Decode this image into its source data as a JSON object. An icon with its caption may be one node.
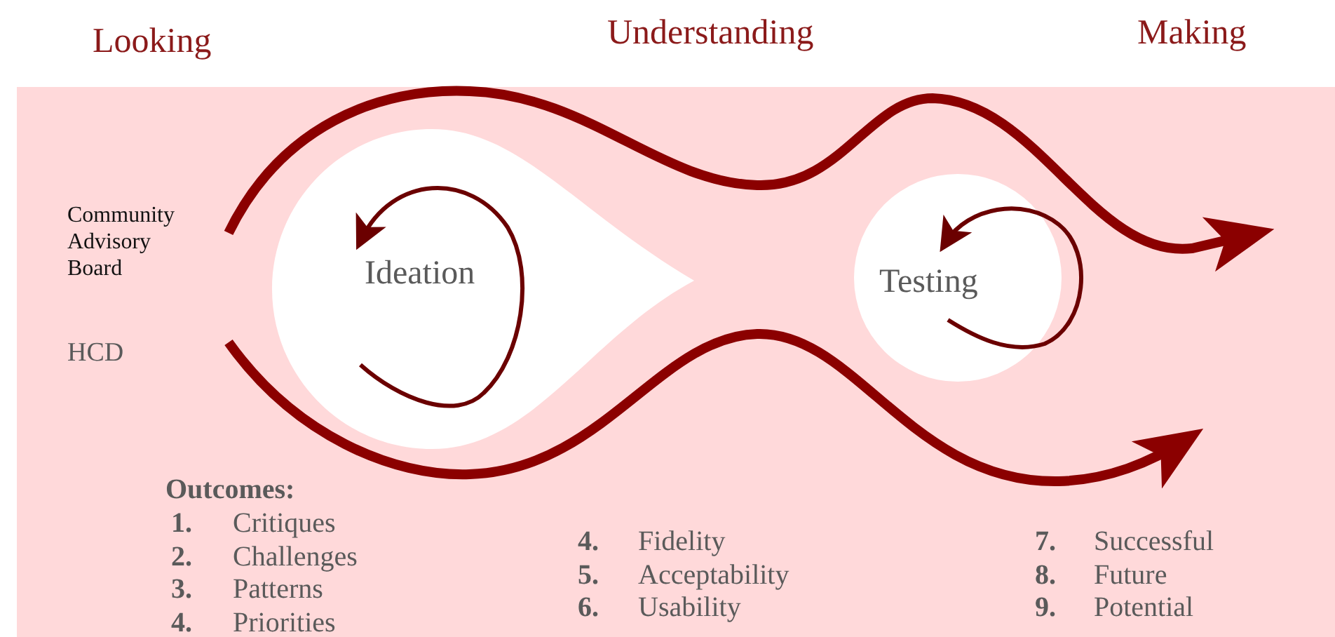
{
  "diagram": {
    "nodes": [
      {
        "text": [
          "Ideation"
        ]
      },
      {
        "text": [
          "Testing"
        ]
      }
    ],
    "labels": [
      "Looking",
      "Understanding",
      "Making",
      "Community Advisory Board",
      "HCD",
      "Outcomes:",
      "1.",
      "Critiques",
      "2.",
      "Challenges",
      "3.",
      "Patterns",
      "4.",
      "Priorities",
      "4.",
      "Fidelity",
      "5.",
      "Acceptability",
      "6.",
      "Usability",
      "7.",
      "Successful",
      "8.",
      "Future",
      "9.",
      "Potential"
    ]
  }
}
